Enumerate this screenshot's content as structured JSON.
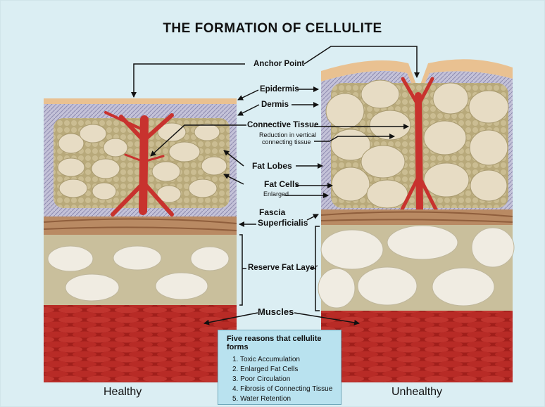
{
  "title": "THE FORMATION OF CELLULITE",
  "labels": {
    "anchor_point": "Anchor Point",
    "epidermis": "Epidermis",
    "dermis": "Dermis",
    "connective_tissue": "Connective Tissue",
    "reduction_line1": "Reduction in vertical",
    "reduction_line2": "connecting tissue",
    "fat_lobes": "Fat Lobes",
    "fat_cells": "Fat Cells",
    "enlarged": "Enlarged",
    "fascia_line1": "Fascia",
    "fascia_line2": "Superficialis",
    "reserve_fat_layer": "Reserve Fat Layer",
    "muscles": "Muscles"
  },
  "panels": {
    "left_caption": "Healthy",
    "right_caption": "Unhealthy"
  },
  "reasons": {
    "heading": "Five reasons that cellulite forms",
    "items": [
      "1. Toxic Accumulation",
      "2. Enlarged Fat Cells",
      "3. Poor Circulation",
      "4. Fibrosis of Connecting Tissue",
      "5. Water Retention"
    ]
  },
  "colors": {
    "background": "#dbeef3",
    "epidermis": "#e9c191",
    "dermis": "#b6b3cf",
    "fat_lobe_bg": "#bcae80",
    "fat_cell": "#e7dcc4",
    "fascia": "#b98a63",
    "reserve_fat_bg": "#c9bf9c",
    "reserve_fat_cell": "#f0ece2",
    "muscle": "#a8221e",
    "vessel": "#c8322e",
    "reasons_box": "#b9e2ef"
  }
}
